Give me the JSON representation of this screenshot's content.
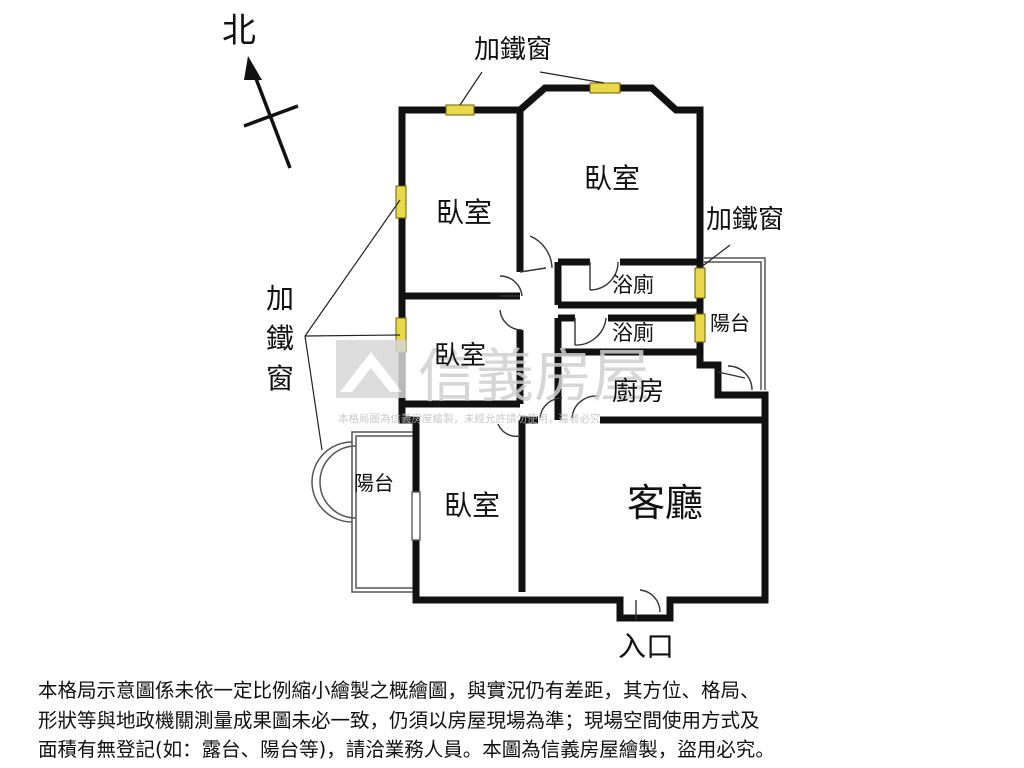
{
  "compass": {
    "north_label": "北"
  },
  "rooms": {
    "bedroom_top_right": "臥室",
    "bedroom_top_left": "臥室",
    "bedroom_middle": "臥室",
    "bedroom_bottom": "臥室",
    "bath_upper": "浴廁",
    "bath_lower": "浴廁",
    "balcony_right": "陽台",
    "balcony_left": "陽台",
    "kitchen": "廚房",
    "living_room": "客廳",
    "entrance": "入口"
  },
  "callouts": {
    "iron_window_top": "加鐵窗",
    "iron_window_right": "加鐵窗",
    "iron_window_left": [
      "加",
      "鐵",
      "窗"
    ]
  },
  "watermark": {
    "brand": "信義房屋",
    "notice": "本格局圖為信義房屋繪製，未經允許請勿使用，違者必究"
  },
  "disclaimer": [
    "本格局示意圖係未依一定比例縮小繪製之概繪圖，與實況仍有差距，其方位、格局、",
    "形狀等與地政機關測量成果圖未必一致，仍須以房屋現場為準；現場空間使用方式及",
    "面積有無登記(如：露台、陽台等)，請洽業務人員。本圖為信義房屋繪製，盜用必究。"
  ],
  "colors": {
    "wall": "#111111",
    "window": "#e8d84a",
    "watermark": "#c9c9c9"
  }
}
